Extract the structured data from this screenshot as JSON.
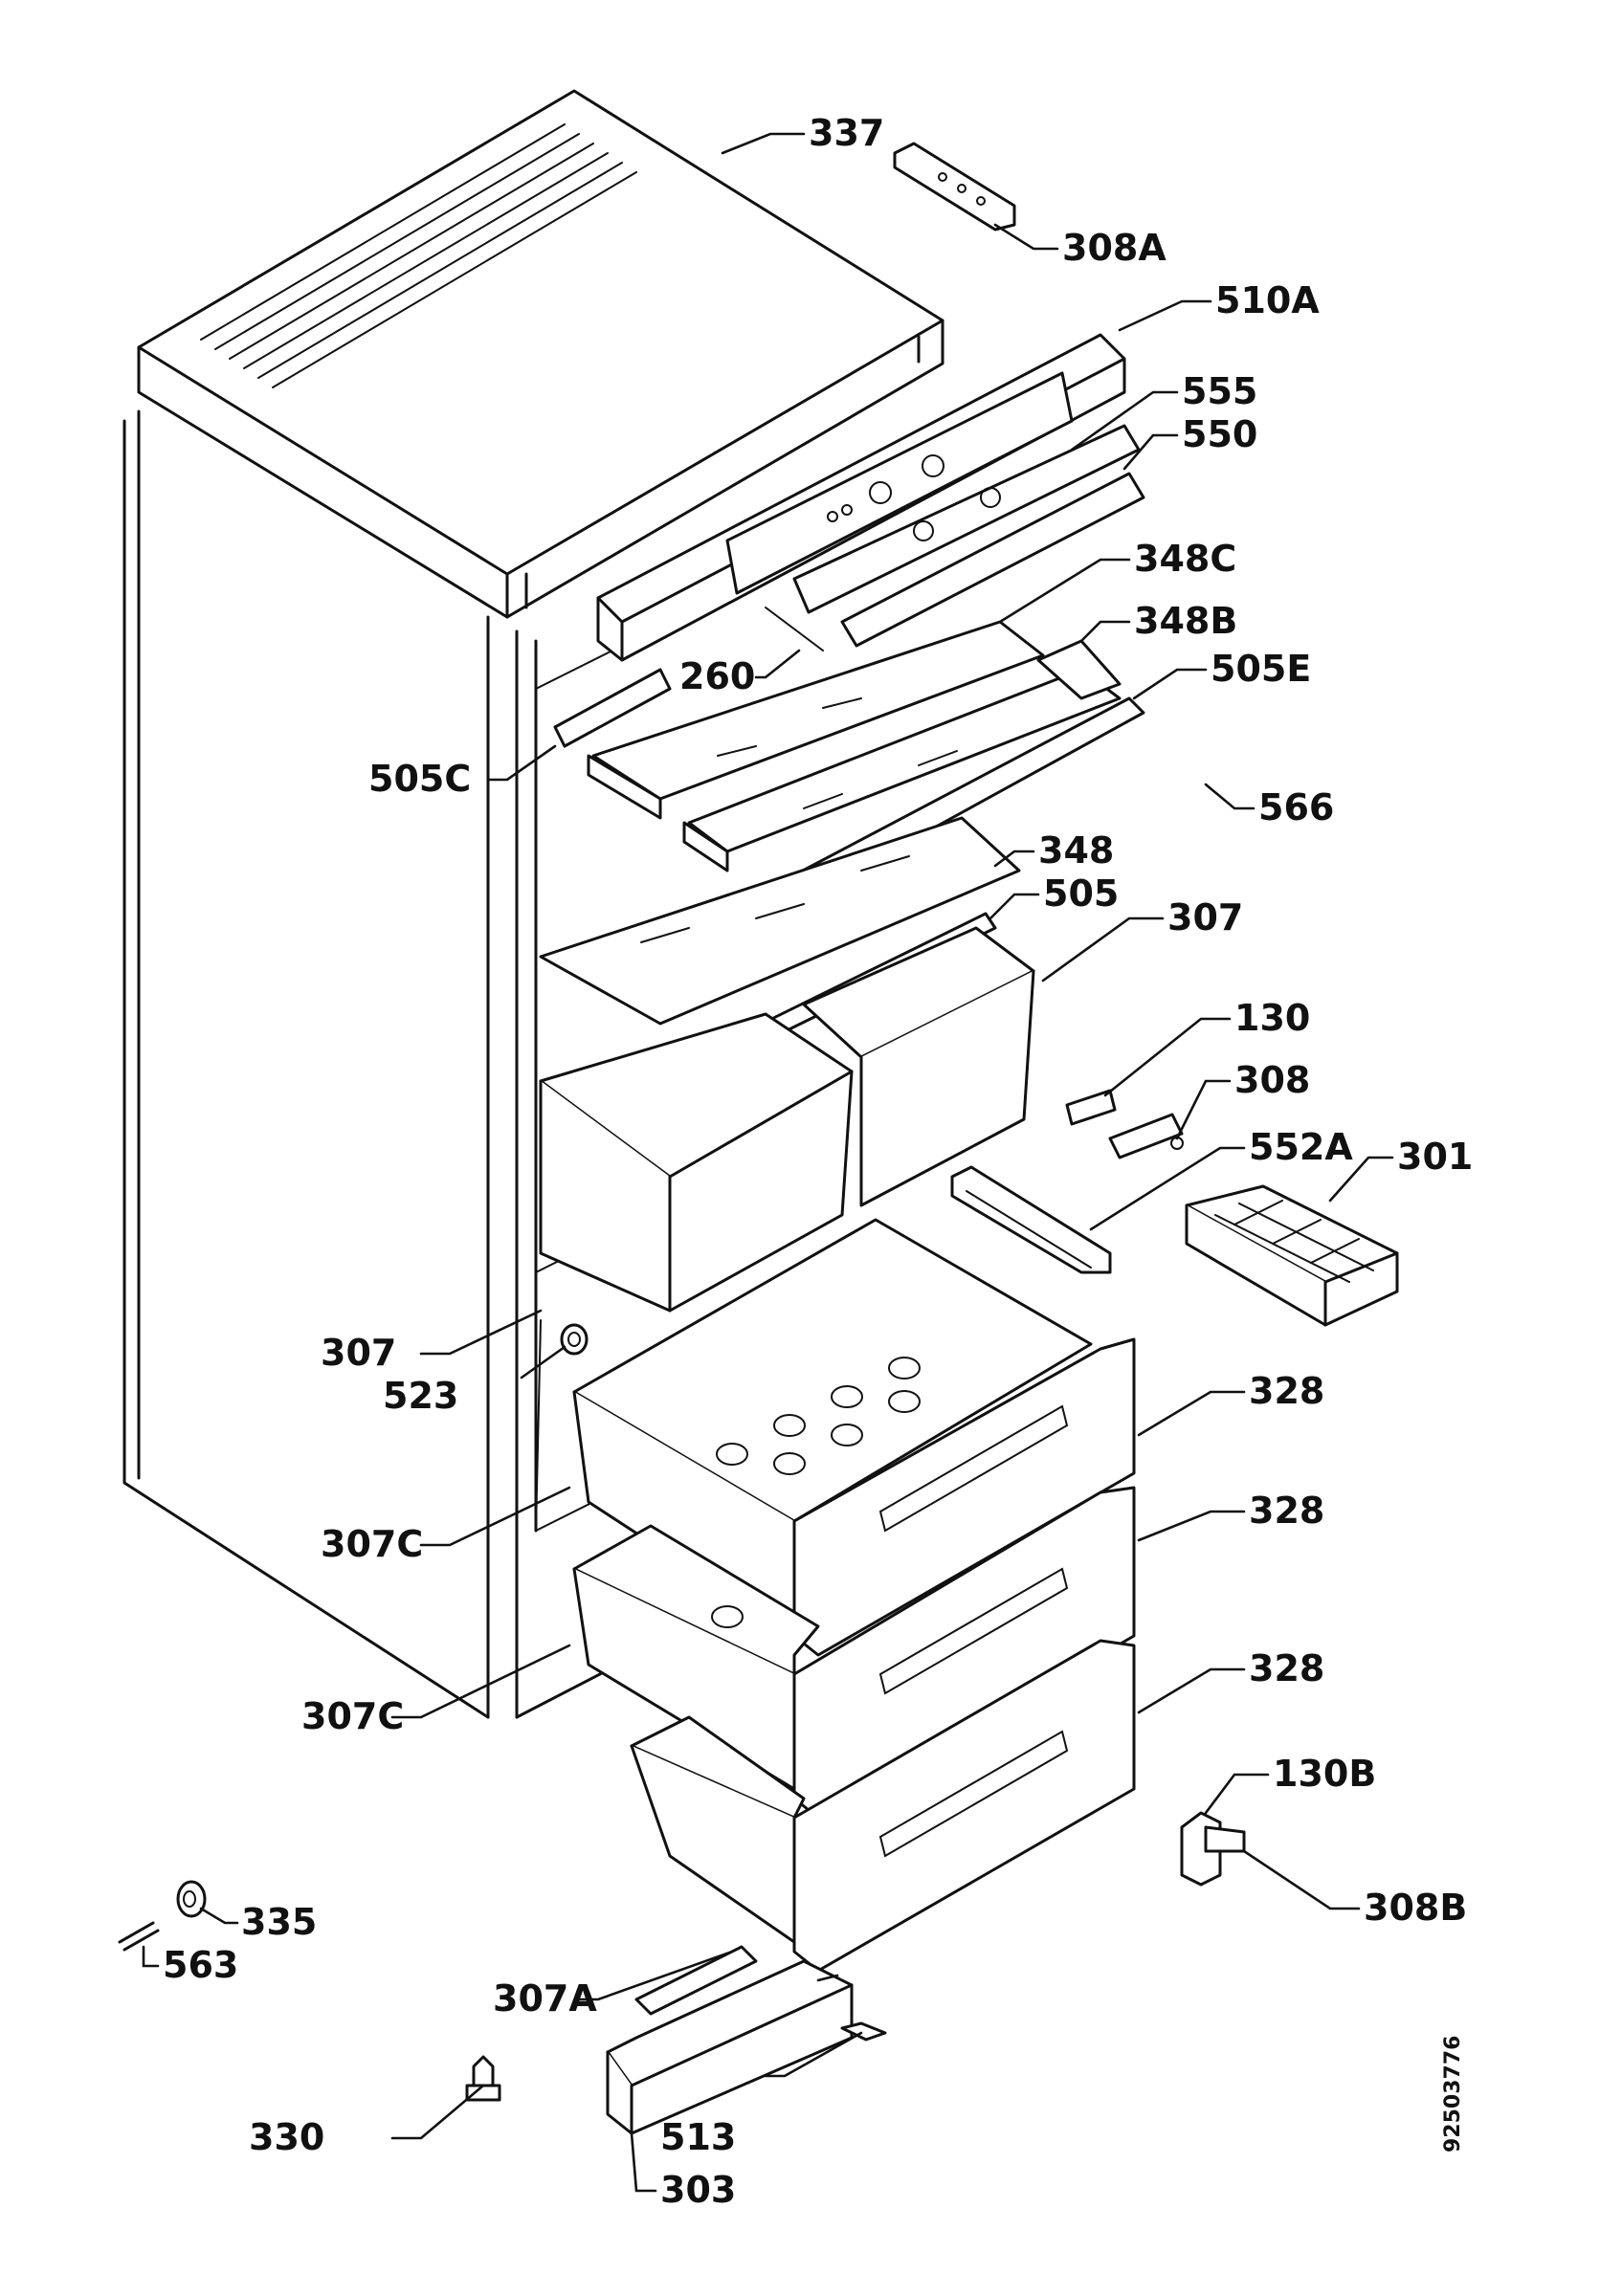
{
  "labels": {
    "p337": "337",
    "p308A": "308A",
    "p510A": "510A",
    "p555": "555",
    "p550": "550",
    "p348C": "348C",
    "p348B": "348B",
    "p505E": "505E",
    "p260": "260",
    "p505C": "505C",
    "p566": "566",
    "p348": "348",
    "p505": "505",
    "p307_top": "307",
    "p130": "130",
    "p308": "308",
    "p552A": "552A",
    "p301": "301",
    "p307_left": "307",
    "p523": "523",
    "p328_1": "328",
    "p328_2": "328",
    "p328_3": "328",
    "p307C_1": "307C",
    "p307C_2": "307C",
    "p130B": "130B",
    "p308B": "308B",
    "p335": "335",
    "p563": "563",
    "p307A": "307A",
    "p330": "330",
    "p513": "513",
    "p303": "303"
  },
  "drawing_number": "92503776"
}
